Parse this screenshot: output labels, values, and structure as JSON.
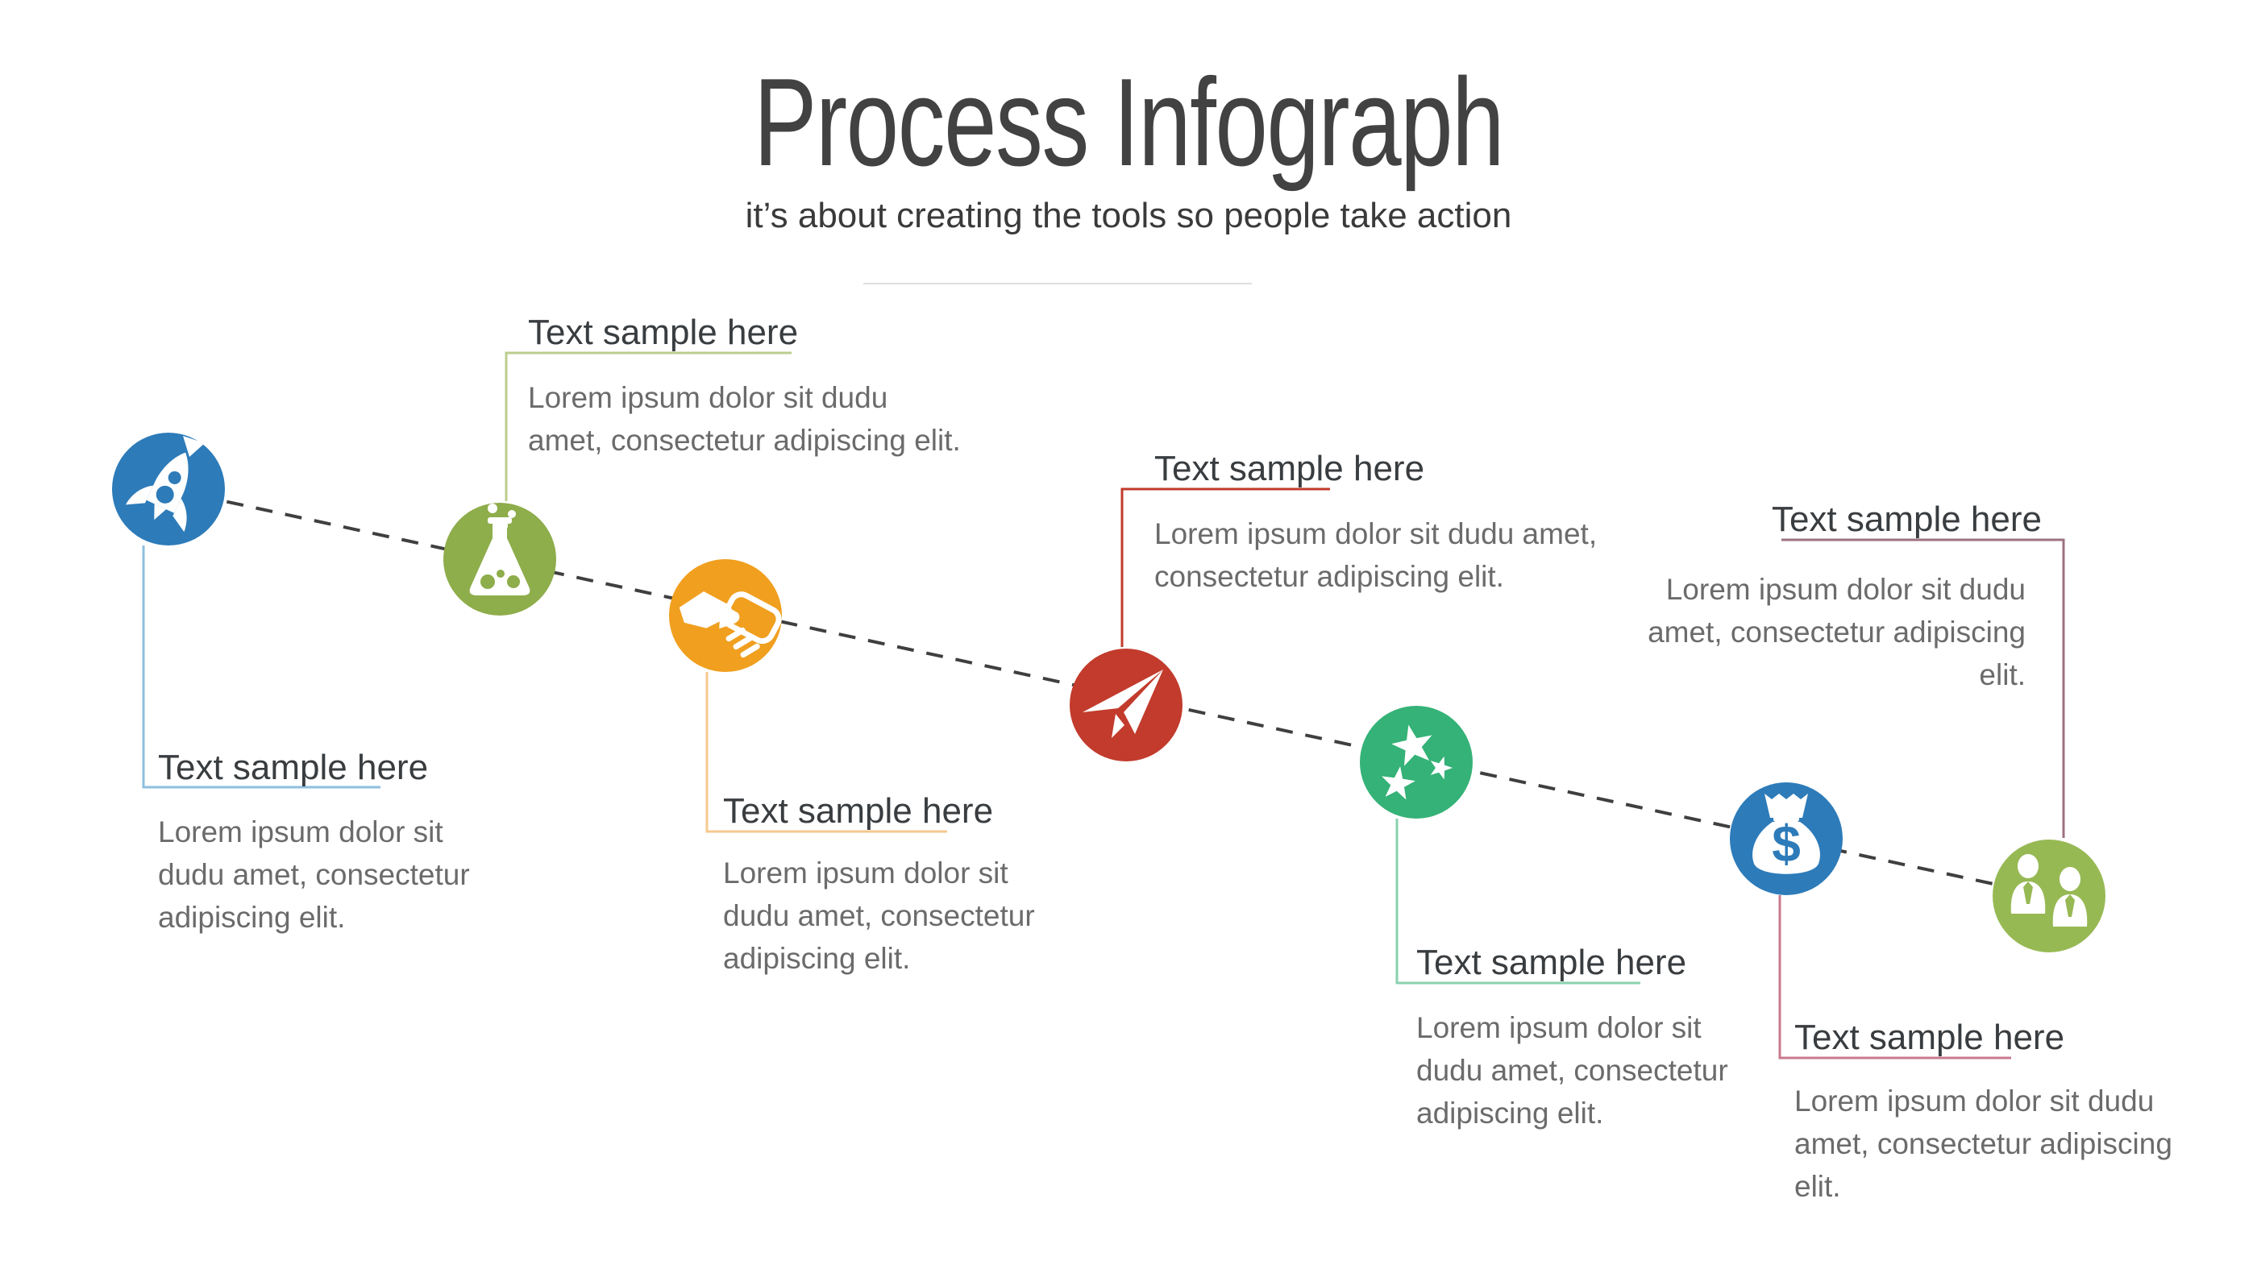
{
  "slide": {
    "title": "Process Infograph",
    "subtitle": "it’s about creating the tools so people take action",
    "background_color": "#ffffff",
    "divider_color": "#dedede",
    "timeline": {
      "type": "dashed",
      "color": "#3f3f3f"
    }
  },
  "steps": [
    {
      "icon": "rocket",
      "heading": "Text sample here",
      "body": "Lorem ipsum dolor sit\ndudu amet, consectetur\nadipiscing elit.",
      "circle_color": "#2d7bb9",
      "connector_color": "#8ebfdf",
      "label_side": "below"
    },
    {
      "icon": "flask",
      "heading": "Text sample here",
      "body": "Lorem ipsum dolor sit dudu\namet, consectetur adipiscing elit.",
      "circle_color": "#8ead4b",
      "connector_color": "#bccd8e",
      "label_side": "above"
    },
    {
      "icon": "handshake",
      "heading": "Text sample here",
      "body": "Lorem ipsum dolor sit\ndudu amet, consectetur\nadipiscing elit.",
      "circle_color": "#f09f1f",
      "connector_color": "#f6c98e",
      "label_side": "below"
    },
    {
      "icon": "paper-plane",
      "heading": "Text sample here",
      "body": "Lorem ipsum dolor sit dudu amet,\nconsectetur adipiscing elit.",
      "circle_color": "#c23b2c",
      "connector_color": "#c23b2c",
      "label_side": "above"
    },
    {
      "icon": "stars",
      "heading": "Text sample here",
      "body": "Lorem ipsum dolor sit\ndudu amet, consectetur\nadipiscing elit.",
      "circle_color": "#35b277",
      "connector_color": "#8ad1ae",
      "label_side": "below"
    },
    {
      "icon": "money-bag",
      "icon_glyph": "$",
      "heading": "Text sample here",
      "body": "Lorem ipsum dolor sit dudu\namet, consectetur adipiscing\nelit.",
      "circle_color": "#2d7bb9",
      "connector_color": "#c8798f",
      "label_side": "below"
    },
    {
      "icon": "people",
      "heading": "Text sample here",
      "body": "Lorem ipsum dolor sit dudu\namet, consectetur adipiscing\nelit.",
      "circle_color": "#97b954",
      "connector_color": "#9c7280",
      "label_side": "above"
    }
  ]
}
